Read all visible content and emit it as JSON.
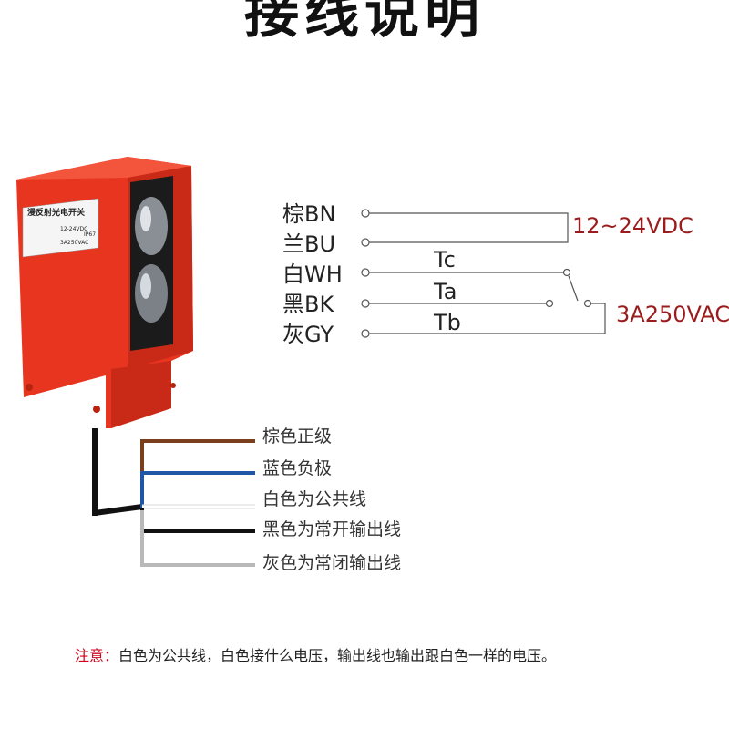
{
  "title": "接线说明",
  "sensor": {
    "label_lines": [
      "漫反射光电开关",
      "12-24VDC",
      "IP67",
      "3A250VAC"
    ],
    "body_color": "#e8351f"
  },
  "terminals": [
    {
      "label": "棕BN"
    },
    {
      "label": "兰BU"
    },
    {
      "label": "白WH"
    },
    {
      "label": "黑BK"
    },
    {
      "label": "灰GY"
    }
  ],
  "relay_labels": [
    "Tc",
    "Ta",
    "Tb"
  ],
  "supply_voltage": "12~24VDC",
  "contact_rating": "3A250VAC",
  "wires": [
    {
      "label": "棕色正级",
      "color": "#7a3f1d"
    },
    {
      "label": "蓝色负极",
      "color": "#1f57a5"
    },
    {
      "label": "白色为公共线",
      "color": "#f4f4f4"
    },
    {
      "label": "黑色为常开输出线",
      "color": "#111111"
    },
    {
      "label": "灰色为常闭输出线",
      "color": "#b9b9b9"
    }
  ],
  "note": {
    "prefix": "注意：",
    "text": "白色为公共线，白色接什么电压，输出线也输出跟白色一样的电压。"
  }
}
